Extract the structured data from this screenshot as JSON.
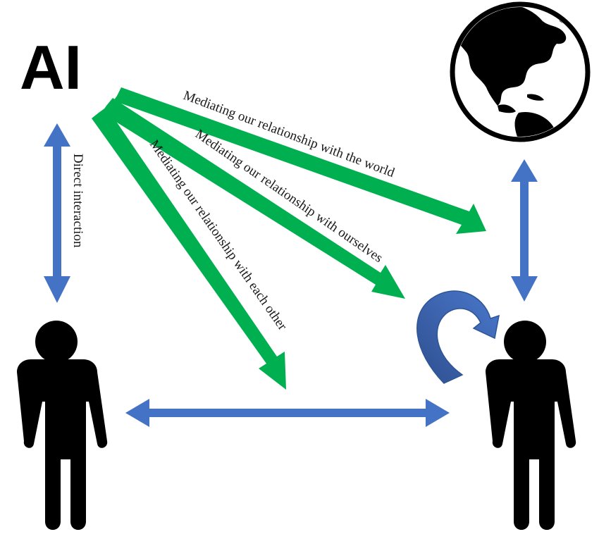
{
  "nodes": {
    "ai_label": "AI"
  },
  "labels": {
    "direct_interaction": "Direct interaction",
    "world": "Mediating our relationship with the world",
    "ourselves": "Mediating our relationship with ourselves",
    "each_other": "Mediating our relationship with each other"
  },
  "colors": {
    "green_arrow": "#00b050",
    "blue_arrow": "#4472c4",
    "curved_arrow": "#3f66b0",
    "figure": "#000000"
  },
  "icons": [
    "globe-icon",
    "person-icon",
    "person-icon"
  ]
}
